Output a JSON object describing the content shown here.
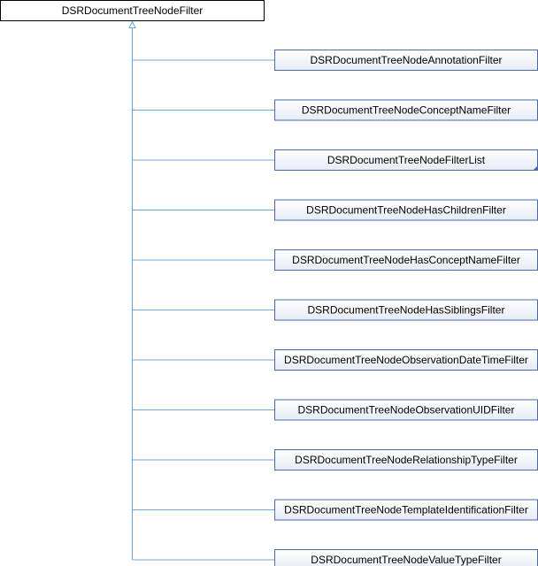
{
  "diagram": {
    "type": "class-inheritance",
    "base": {
      "label": "DSRDocumentTreeNodeFilter"
    },
    "children": [
      {
        "label": "DSRDocumentTreeNodeAnnotationFilter",
        "folded": false
      },
      {
        "label": "DSRDocumentTreeNodeConceptNameFilter",
        "folded": false
      },
      {
        "label": "DSRDocumentTreeNodeFilterList",
        "folded": true
      },
      {
        "label": "DSRDocumentTreeNodeHasChildrenFilter",
        "folded": false
      },
      {
        "label": "DSRDocumentTreeNodeHasConceptNameFilter",
        "folded": false
      },
      {
        "label": "DSRDocumentTreeNodeHasSiblingsFilter",
        "folded": false
      },
      {
        "label": "DSRDocumentTreeNodeObservationDateTimeFilter",
        "folded": false
      },
      {
        "label": "DSRDocumentTreeNodeObservationUIDFilter",
        "folded": false
      },
      {
        "label": "DSRDocumentTreeNodeRelationshipTypeFilter",
        "folded": false
      },
      {
        "label": "DSRDocumentTreeNodeTemplateIdentificationFilter",
        "folded": false
      },
      {
        "label": "DSRDocumentTreeNodeValueTypeFilter",
        "folded": false
      }
    ],
    "colors": {
      "base_fill": "#ffffff",
      "base_border": "#000000",
      "child_fill_top": "#ffffff",
      "child_fill_bottom": "#e6ebf5",
      "child_border": "#4a6aaa",
      "connector": "#6ea6d8",
      "fold_marker": "#4a6aaa"
    }
  }
}
